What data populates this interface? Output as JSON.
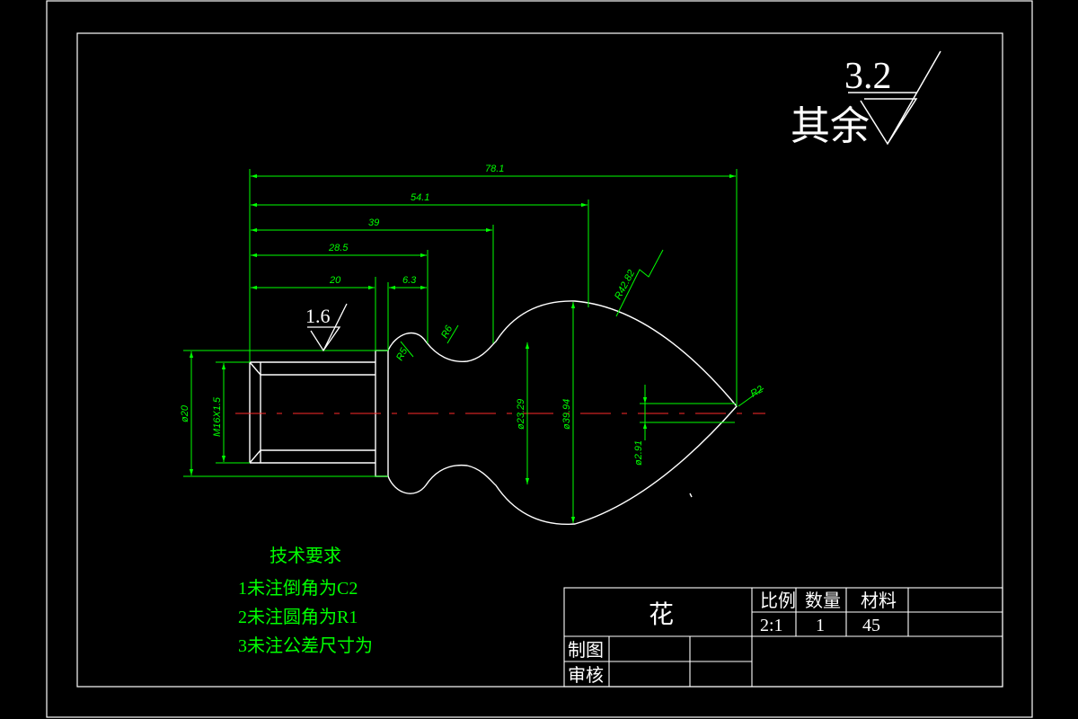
{
  "surface_note": {
    "prefix": "其余",
    "roughness": "3.2"
  },
  "local_roughness": "1.6",
  "dimensions": {
    "len_total": "78.1",
    "len_54": "54.1",
    "len_39": "39",
    "len_28": "28.5",
    "len_20": "20",
    "len_6": "6.3",
    "radius_big": "R42.82",
    "radius_r6": "R6",
    "radius_r5": "R5",
    "radius_tip": "R2",
    "dia_20": "ø20",
    "thread": "M16X1.5",
    "dia_23": "ø23.29",
    "dia_39": "ø39.94",
    "dia_2": "ø2.91"
  },
  "tech_requirements": {
    "title": "技术要求",
    "items": [
      "1未注倒角为C2",
      "2未注圆角为R1",
      "3未注公差尺寸为"
    ]
  },
  "title_block": {
    "part_name": "花",
    "scale_label": "比例",
    "quantity_label": "数量",
    "material_label": "材料",
    "scale_value": "2:1",
    "quantity_value": "1",
    "material_value": "45",
    "drawn_label": "制图",
    "checked_label": "审核"
  }
}
